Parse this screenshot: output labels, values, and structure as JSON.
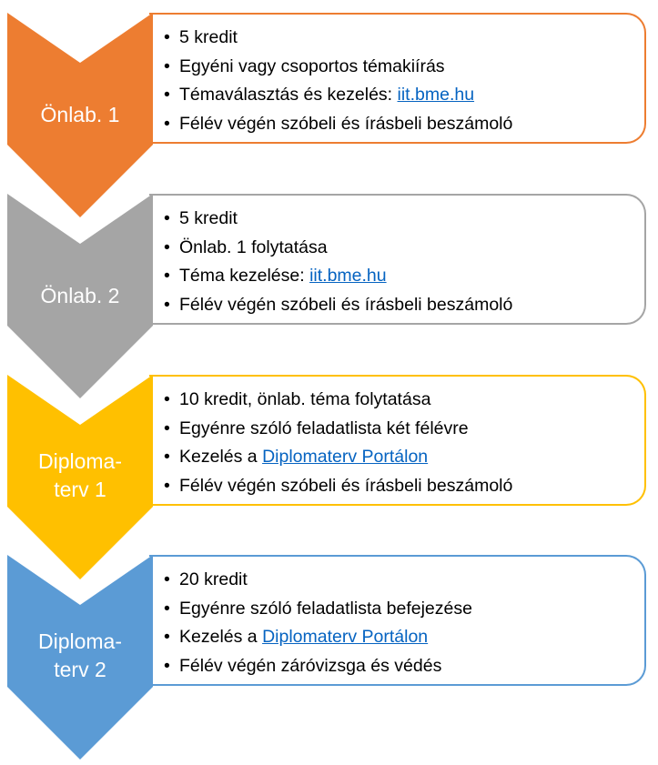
{
  "colors": {
    "step1": "#ed7d31",
    "step2": "#a5a5a5",
    "step3": "#ffc000",
    "step4": "#5b9bd5",
    "link": "#0563c1"
  },
  "steps": [
    {
      "label": "Önlab. 1",
      "items": [
        {
          "text": "5 kredit"
        },
        {
          "text": "Egyéni vagy csoportos témakiírás"
        },
        {
          "text": "Témaválasztás és kezelés: ",
          "link": "iit.bme.hu"
        },
        {
          "text": "Félév végén szóbeli és írásbeli beszámoló"
        }
      ]
    },
    {
      "label": "Önlab. 2",
      "items": [
        {
          "text": "5 kredit"
        },
        {
          "text": "Önlab. 1 folytatása"
        },
        {
          "text": "Téma kezelése: ",
          "link": "iit.bme.hu"
        },
        {
          "text": "Félév végén szóbeli és írásbeli beszámoló"
        }
      ]
    },
    {
      "label": "Diploma-\nterv 1",
      "items": [
        {
          "text": "10 kredit, önlab. téma folytatása"
        },
        {
          "text": "Egyénre szóló feladatlista két félévre"
        },
        {
          "text": "Kezelés a ",
          "link": "Diplomaterv Portálon"
        },
        {
          "text": "Félév végén szóbeli és írásbeli beszámoló"
        }
      ]
    },
    {
      "label": "Diploma-\nterv 2",
      "items": [
        {
          "text": "20 kredit"
        },
        {
          "text": "Egyénre szóló feladatlista befejezése"
        },
        {
          "text": "Kezelés a ",
          "link": "Diplomaterv Portálon"
        },
        {
          "text": "Félév végén záróvizsga és védés"
        }
      ]
    }
  ]
}
